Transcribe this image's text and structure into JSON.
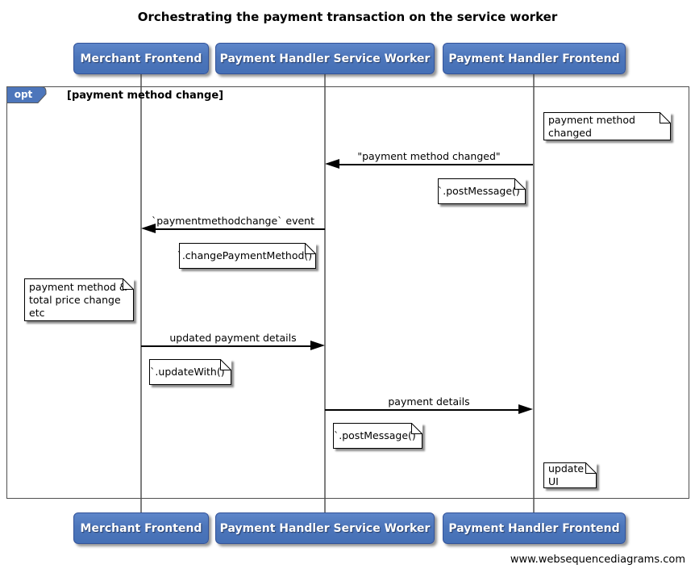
{
  "title": "Orchestrating the payment transaction on the service worker",
  "actors": [
    {
      "label": "Merchant Frontend"
    },
    {
      "label": "Payment Handler Service Worker"
    },
    {
      "label": "Payment Handler Frontend"
    }
  ],
  "fragment": {
    "operator": "opt",
    "condition": "[payment method change]"
  },
  "messages": [
    {
      "label": "\"payment method changed\"",
      "from": "Payment Handler Frontend",
      "to": "Payment Handler Service Worker",
      "direction": "left",
      "style": "solid"
    },
    {
      "label": "`paymentmethodchange` event",
      "from": "Payment Handler Service Worker",
      "to": "Merchant Frontend",
      "direction": "left",
      "style": "solid"
    },
    {
      "label": "updated payment details",
      "from": "Merchant Frontend",
      "to": "Payment Handler Service Worker",
      "direction": "right",
      "style": "solid"
    },
    {
      "label": "payment details",
      "from": "Payment Handler Service Worker",
      "to": "Payment Handler Frontend",
      "direction": "right",
      "style": "solid"
    }
  ],
  "notes": [
    {
      "text": "payment method changed",
      "anchor": "Payment Handler Frontend"
    },
    {
      "text": "`.postMessage()`",
      "anchor": "Payment Handler Frontend"
    },
    {
      "text": "`.changePaymentMethod()`",
      "anchor": "Payment Handler Service Worker"
    },
    {
      "text": "payment method &\ntotal price change etc",
      "anchor": "Merchant Frontend"
    },
    {
      "text": "`.updateWith()`",
      "anchor": "Merchant Frontend"
    },
    {
      "text": "`.postMessage()`",
      "anchor": "Payment Handler Service Worker"
    },
    {
      "text": "update UI",
      "anchor": "Payment Handler Frontend"
    }
  ],
  "footer": {
    "watermark": "www.websequencediagrams.com"
  },
  "colors": {
    "actor_fill": "#4d76bb",
    "actor_border": "#33539a",
    "actor_text": "#ffffff",
    "lifeline": "#7d7d7d",
    "frame_border": "#4f4f4f",
    "arrow": "#000000",
    "note_fill": "#ffffff",
    "note_border": "#000000",
    "background": "#ffffff"
  }
}
